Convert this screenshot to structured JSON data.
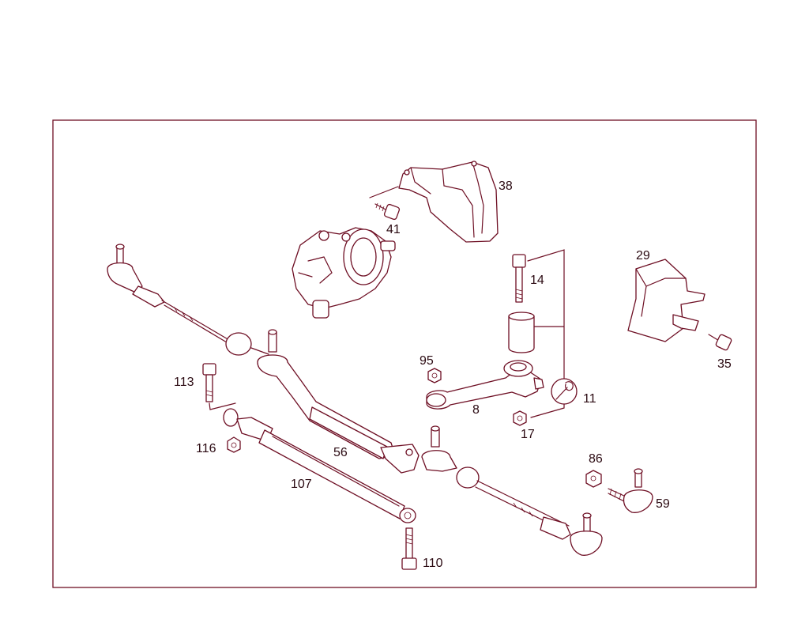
{
  "diagram": {
    "colors": {
      "line": "#6e0f24",
      "frame": "#6e0f24",
      "text": "#2b0a12"
    },
    "callouts": {
      "c38": "38",
      "c41": "41",
      "c29": "29",
      "c14": "14",
      "c35": "35",
      "c95": "95",
      "c113": "113",
      "c8": "8",
      "c11": "11",
      "c17": "17",
      "c116": "116",
      "c56": "56",
      "c86": "86",
      "c107": "107",
      "c59": "59",
      "c110": "110"
    }
  }
}
